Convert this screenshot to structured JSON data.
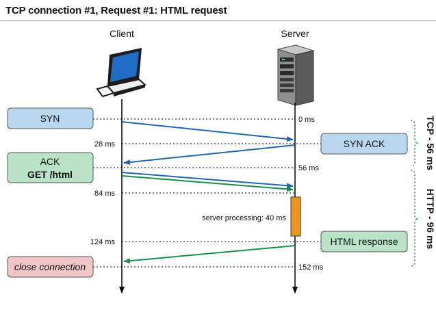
{
  "title": "TCP connection #1, Request #1: HTML request",
  "actors": {
    "client": "Client",
    "server": "Server"
  },
  "messages": {
    "syn": "SYN",
    "syn_ack": "SYN ACK",
    "ack": "ACK",
    "get_html": "GET /html",
    "html_response": "HTML response",
    "close_connection": "close connection"
  },
  "times": {
    "t0": "0 ms",
    "t28": "28 ms",
    "t56": "56 ms",
    "t84": "84 ms",
    "t124": "124 ms",
    "t152": "152 ms"
  },
  "processing_label": "server processing: 40 ms",
  "phases": {
    "tcp": "TCP - 56 ms",
    "http": "HTTP - 96 ms"
  },
  "colors": {
    "syn_box": "#b9d7ef",
    "ack_box": "#b9e2c6",
    "close_box": "#f1c6c8",
    "blue_arrow": "#1f67b0",
    "green_arrow": "#169048",
    "processing": "#f0951e"
  },
  "icons": {
    "client": "laptop-icon",
    "server": "server-tower-icon"
  }
}
